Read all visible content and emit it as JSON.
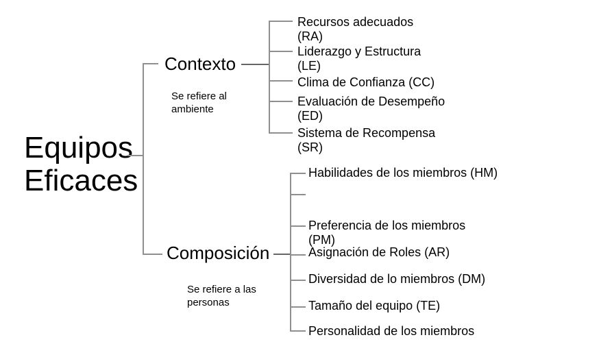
{
  "tree": {
    "root": "Equipos\nEficaces",
    "branches": [
      {
        "label": "Contexto",
        "note": "Se refiere al\nambiente",
        "items": [
          "Recursos adecuados\n(RA)",
          "Liderazgo y Estructura\n(LE)",
          "Clima de Confianza (CC)",
          "Evaluación de Desempeño\n(ED)",
          "Sistema de Recompensa\n(SR)"
        ]
      },
      {
        "label": "Composición",
        "note": "Se refiere a las\npersonas",
        "items": [
          "Habilidades de los miembros (HM)",
          "Preferencia de los miembros\n(PM)",
          "Asignación de Roles (AR)",
          "Diversidad de lo miembros (DM)",
          "Tamaño del equipo (TE)",
          "Personalidad de los miembros"
        ]
      }
    ]
  },
  "colors": {
    "background": "#ffffff",
    "text": "#000000",
    "line": "#8f8f8f",
    "feed_line": "#666666"
  }
}
